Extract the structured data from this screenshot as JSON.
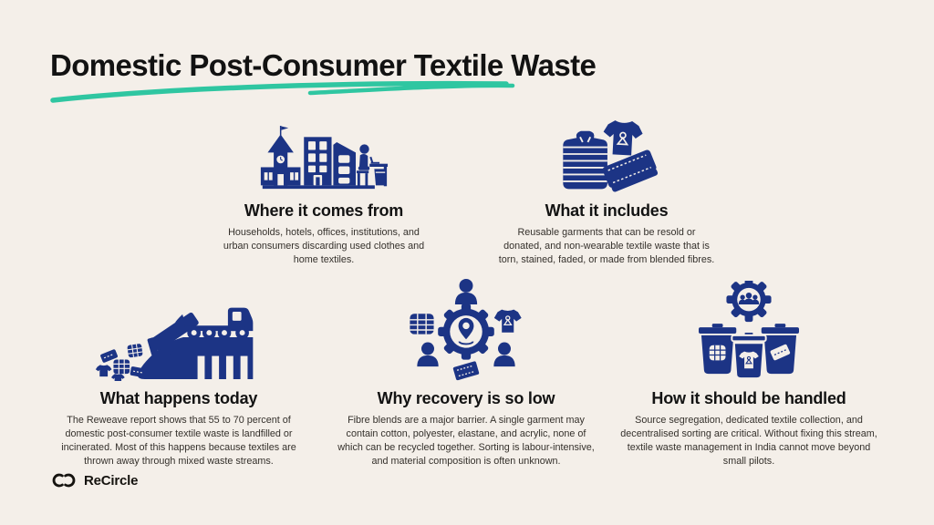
{
  "title": "Domestic Post-Consumer Textile Waste",
  "colors": {
    "background": "#f4efe9",
    "icon_navy": "#1c3485",
    "underline_teal": "#2fc6a1",
    "title_text": "#121212",
    "body_text": "#34302b"
  },
  "sections": [
    {
      "id": "where-it-comes-from",
      "icon": "buildings-and-office-worker-icon",
      "heading": "Where it comes from",
      "body": "Households, hotels, offices, institutions, and urban consumers discarding used clothes and home textiles."
    },
    {
      "id": "what-it-includes",
      "icon": "jacket-tshirt-textile-icon",
      "heading": "What it includes",
      "body": "Reusable garments that can be resold or donated, and non-wearable textile waste that is torn, stained, faded, or made from blended fibres."
    },
    {
      "id": "what-happens-today",
      "icon": "dump-truck-landfill-icon",
      "heading": "What happens today",
      "body": "The Reweave report shows that 55 to 70 percent of domestic post-consumer textile waste is landfilled or incinerated. Most of this happens because textiles are thrown away through mixed waste streams."
    },
    {
      "id": "why-recovery-is-so-low",
      "icon": "sorting-gear-people-icon",
      "heading": "Why recovery is so low",
      "body": "Fibre blends are a major barrier. A single garment may contain cotton, polyester, elastane, and acrylic, none of which can be recycled together. Sorting is labour-intensive, and material composition is often unknown."
    },
    {
      "id": "how-it-should-be-handled",
      "icon": "segregation-bins-icon",
      "heading": "How it should be handled",
      "body": "Source segregation, dedicated textile collection, and decentralised sorting are critical. Without fixing this stream, textile waste management in India cannot move beyond small pilots."
    }
  ],
  "footer": {
    "logo_text": "ReCircle"
  }
}
